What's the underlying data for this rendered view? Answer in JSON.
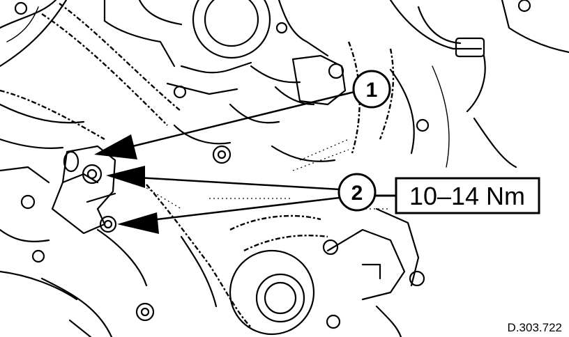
{
  "figure": {
    "callouts": [
      {
        "number": "1"
      },
      {
        "number": "2"
      }
    ],
    "torque_spec": "10–14 Nm",
    "drawing_code": "D.303.722"
  }
}
